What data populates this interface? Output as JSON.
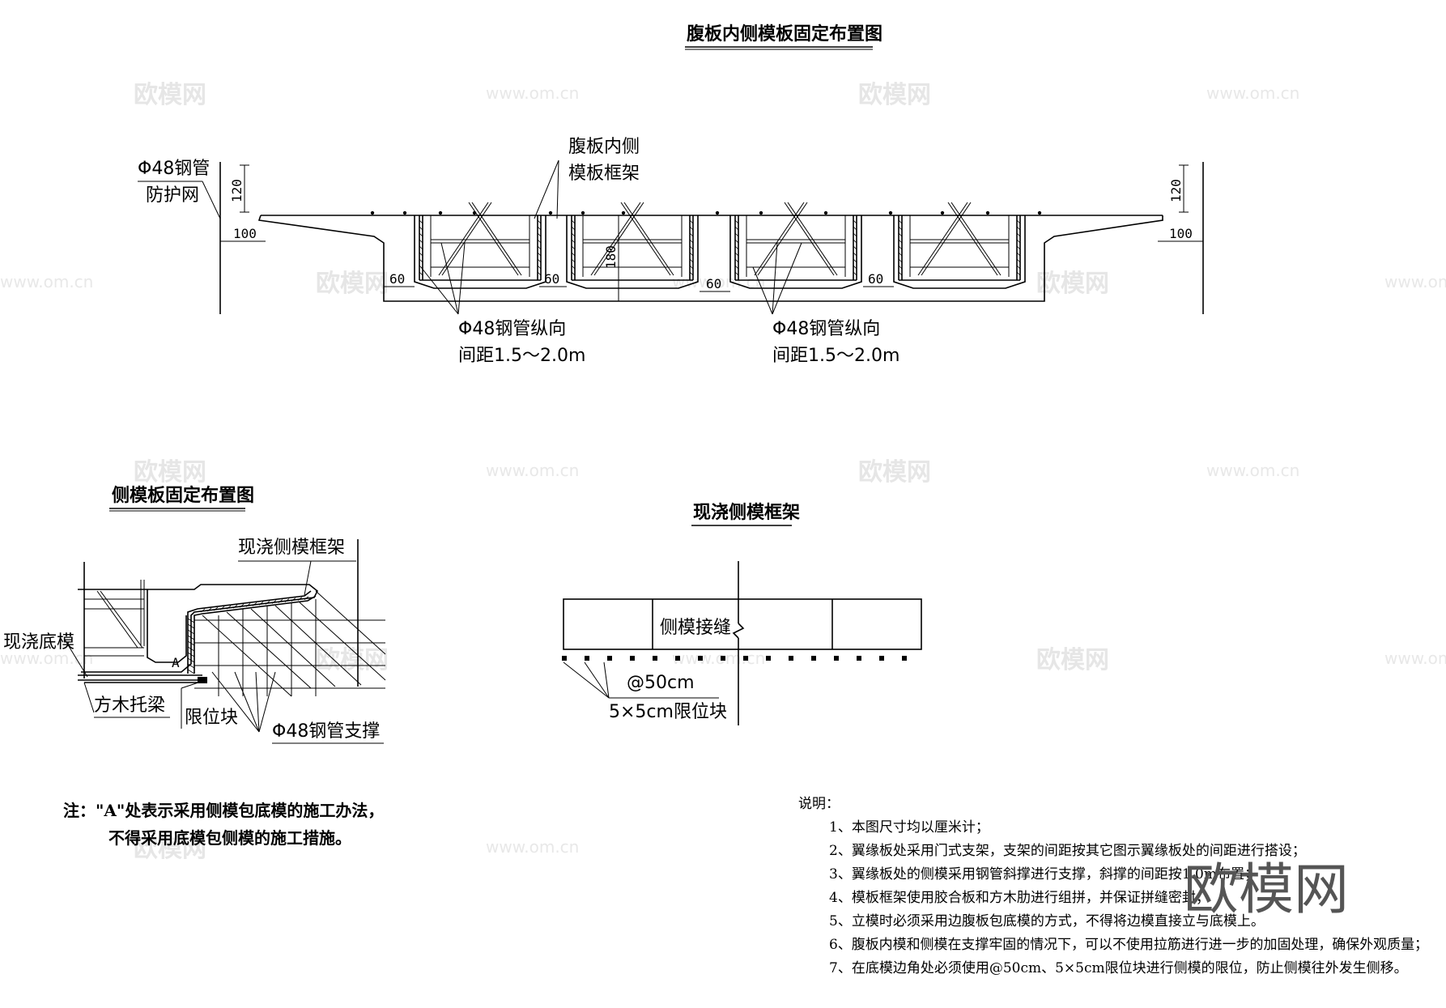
{
  "titles": {
    "main": "腹板内侧模板固定布置图",
    "side": "侧模板固定布置图",
    "frame": "现浇侧模框架"
  },
  "main_diagram": {
    "label_pipe_net_1": "Φ48钢管",
    "label_pipe_net_2": "防护网",
    "label_web_frame_1": "腹板内侧",
    "label_web_frame_2": "模板框架",
    "label_pipe_long_1": "Φ48钢管纵向",
    "label_pipe_long_2": "间距1.5～2.0m",
    "dims": {
      "h120": "120",
      "w100": "100",
      "w60": "60",
      "h180": "180"
    }
  },
  "side_diagram": {
    "label_frame": "现浇侧模框架",
    "label_bottom": "现浇底模",
    "label_a": "A",
    "label_timber": "方木托梁",
    "label_block": "限位块",
    "label_support": "Φ48钢管支撑"
  },
  "frame_diagram": {
    "label_joint": "侧模接缝",
    "label_spacing": "@50cm",
    "label_blocks": "5×5cm限位块"
  },
  "note": {
    "line1": "注：\"A\"处表示采用侧模包底模的施工办法，",
    "line2": "不得采用底模包侧模的施工措施。"
  },
  "explanation": {
    "heading": "说明：",
    "items": [
      "1、本图尺寸均以厘米计；",
      "2、翼缘板处采用门式支架，支架的间距按其它图示翼缘板处的间距进行搭设；",
      "3、翼缘板处的侧模采用钢管斜撑进行支撑，斜撑的间距按1.0m布置；",
      "4、模板框架使用胶合板和方木肋进行组拼，并保证拼缝密封；",
      "5、立模时必须采用边腹板包底模的方式，不得将边模直接立与底模上。",
      "6、腹板内模和侧模在支撑牢固的情况下，可以不使用拉筋进行进一步的加固处理，确保外观质量；",
      "7、在底模边角处必须使用@50cm、5×5cm限位块进行侧模的限位，防止侧模往外发生侧移。"
    ]
  },
  "watermarks": {
    "brand": "欧模网",
    "url": "www.om.cn"
  }
}
